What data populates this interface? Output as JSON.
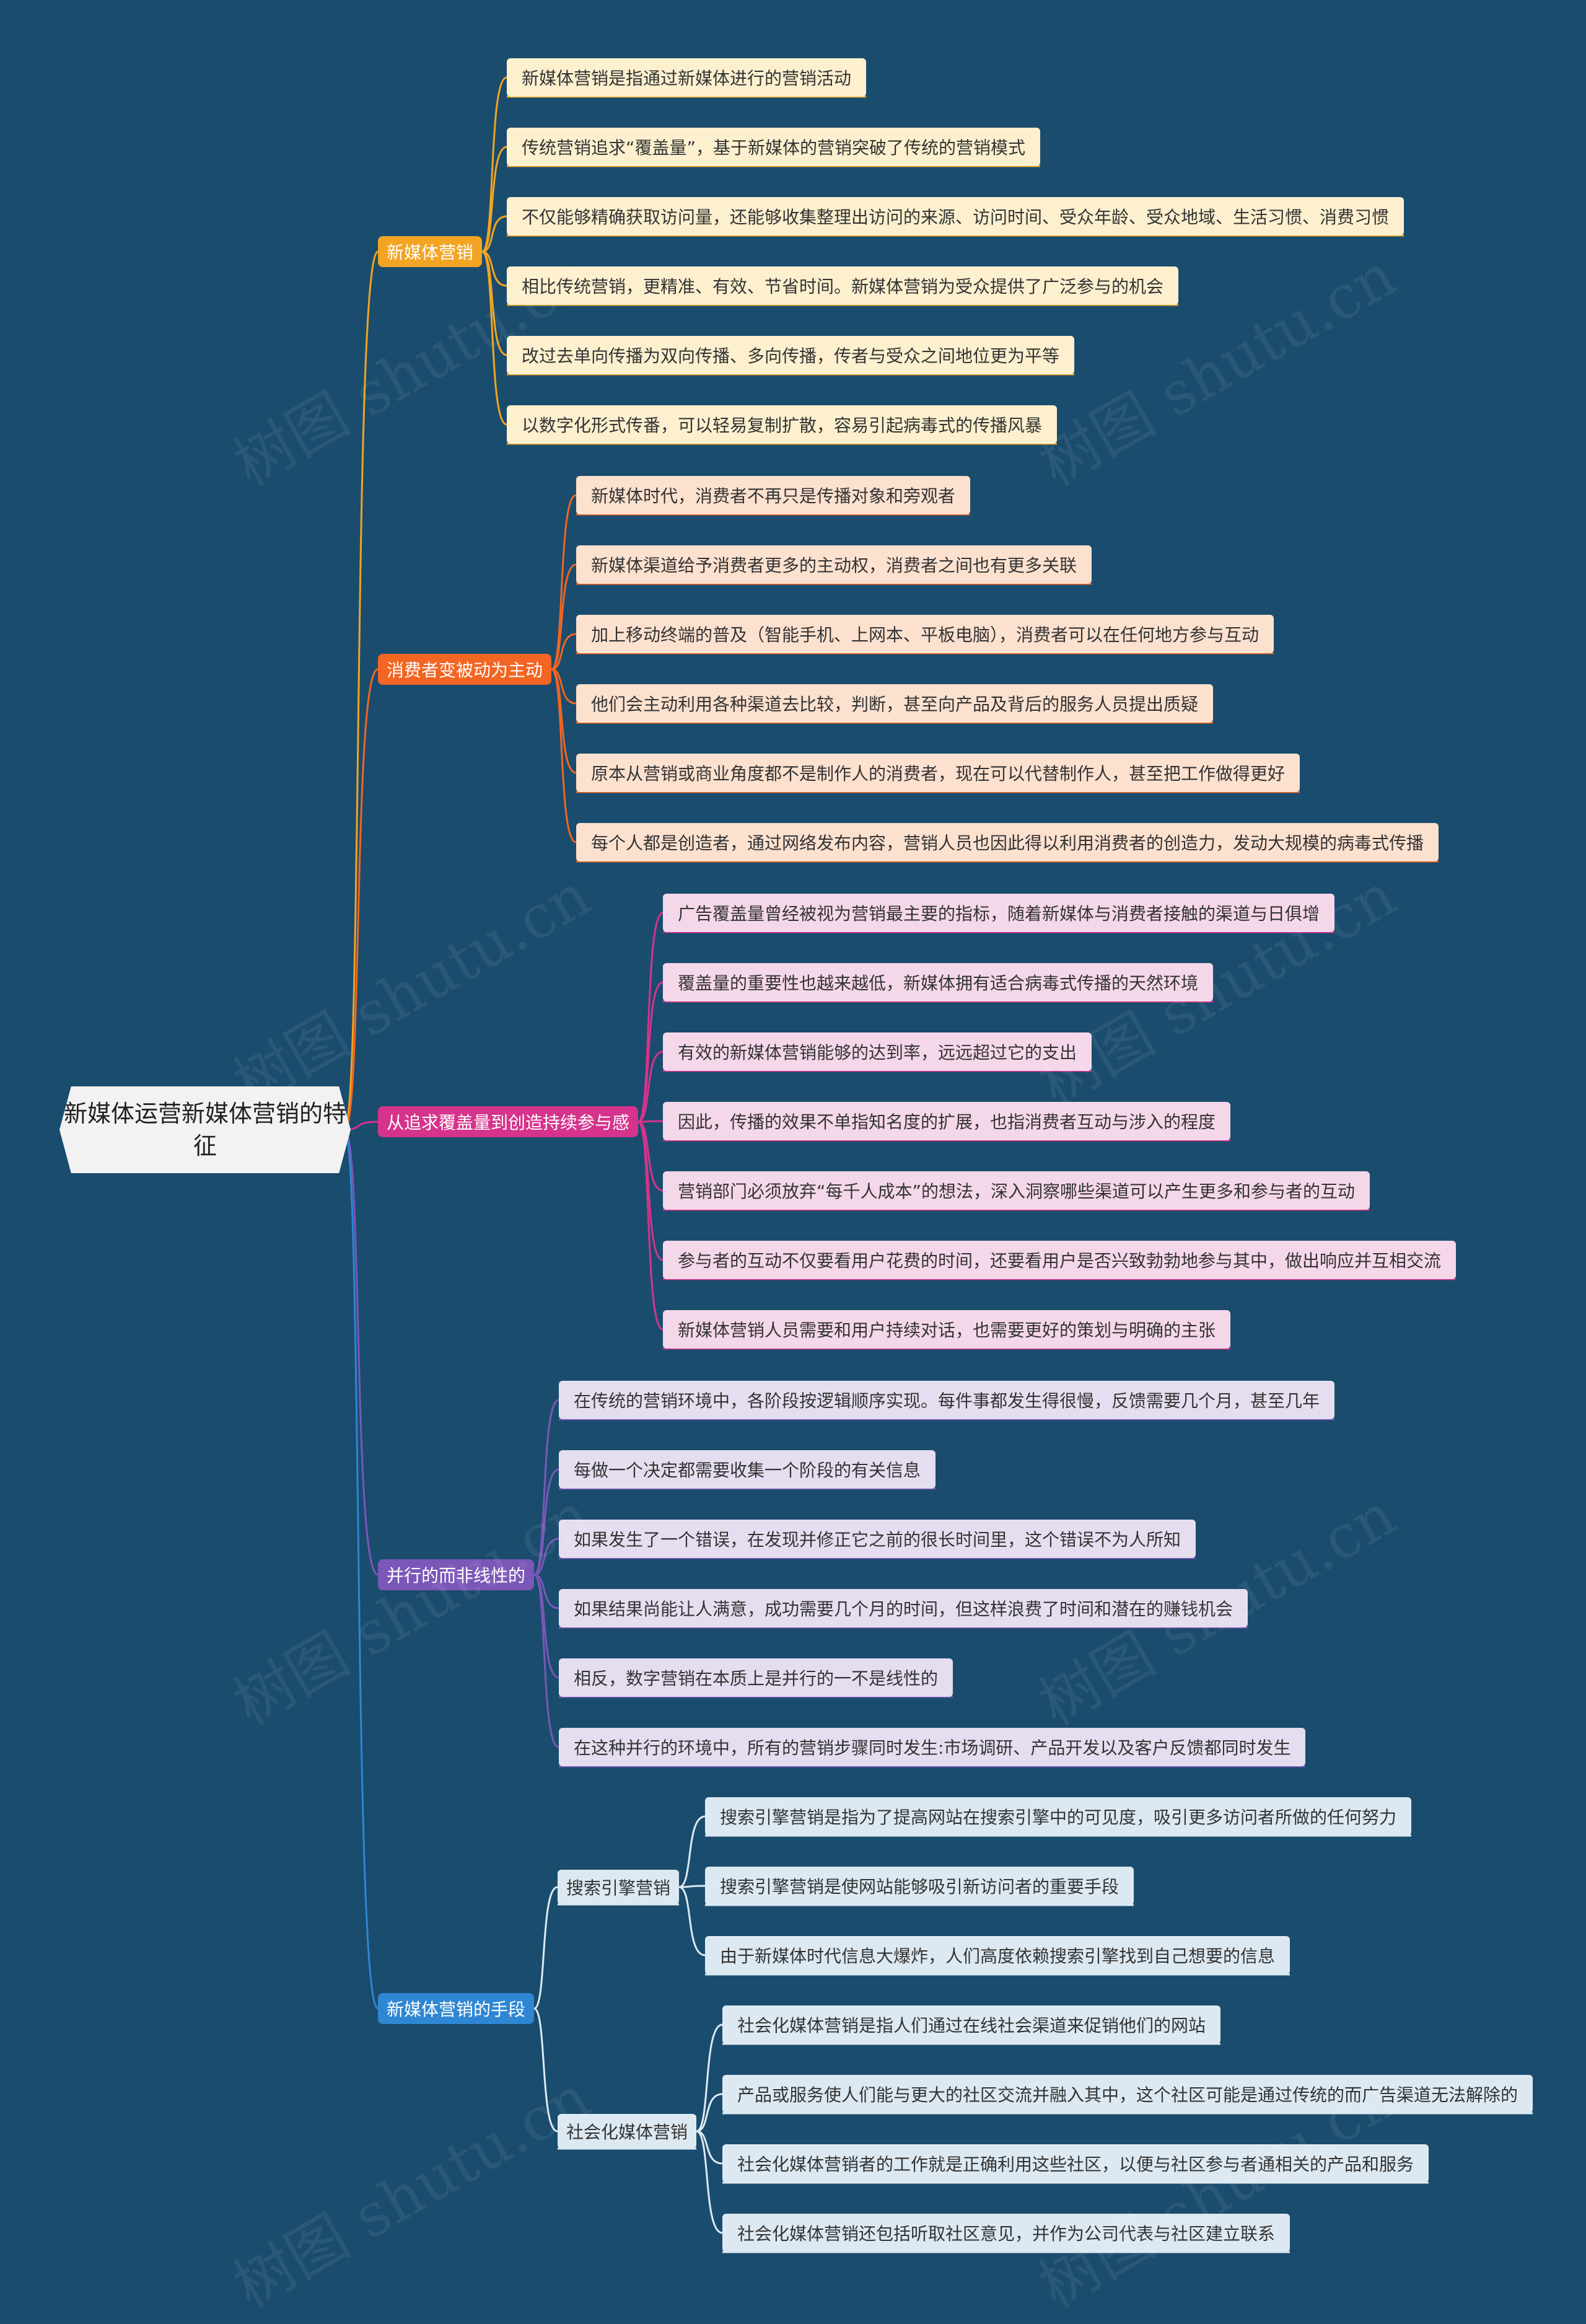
{
  "watermark": "树图 shutu.cn",
  "root": {
    "title": "新媒体运营新媒体营销的特征"
  },
  "colors": {
    "background": "#1a4c6e",
    "b1": "#f2a422",
    "b1_leaf": "#fdf0cf",
    "b2": "#f26522",
    "b2_leaf": "#fde1cf",
    "b3": "#d6338c",
    "b3_leaf": "#f5d7ea",
    "b4": "#7b57b8",
    "b4_leaf": "#e5def0",
    "b5": "#2f86d2",
    "b5_leaf": "#dde9f2"
  },
  "branches": [
    {
      "label": "新媒体营销",
      "leaves": [
        "新媒体营销是指通过新媒体进行的营销活动",
        "传统营销追求“覆盖量”，基于新媒体的营销突破了传统的营销模式",
        "不仅能够精确获取访问量，还能够收集整理出访问的来源、访问时间、受众年龄、受众地域、生活习惯、消费习惯",
        "相比传统营销，更精准、有效、节省时间。新媒体营销为受众提供了广泛参与的机会",
        "改过去单向传播为双向传播、多向传播，传者与受众之间地位更为平等",
        "以数字化形式传番，可以轻易复制扩散，容易引起病毒式的传播风暴"
      ]
    },
    {
      "label": "消费者变被动为主动",
      "leaves": [
        "新媒体时代，消费者不再只是传播对象和旁观者",
        "新媒体渠道给予消费者更多的主动权，消费者之间也有更多关联",
        "加上移动终端的普及（智能手机、上网本、平板电脑），消费者可以在任何地方参与互动",
        "他们会主动利用各种渠道去比较，判断，甚至向产品及背后的服务人员提出质疑",
        "原本从营销或商业角度都不是制作人的消费者，现在可以代替制作人，甚至把工作做得更好",
        "每个人都是创造者，通过网络发布内容，营销人员也因此得以利用消费者的创造力，发动大规模的病毒式传播"
      ]
    },
    {
      "label": "从追求覆盖量到创造持续参与感",
      "leaves": [
        "广告覆盖量曾经被视为营销最主要的指标，随着新媒体与消费者接触的渠道与日俱增",
        "覆盖量的重要性也越来越低，新媒体拥有适合病毒式传播的天然环境",
        "有效的新媒体营销能够的达到率，远远超过它的支出",
        "因此，传播的效果不单指知名度的扩展，也指消费者互动与涉入的程度",
        "营销部门必须放弃“每千人成本”的想法，深入洞察哪些渠道可以产生更多和参与者的互动",
        "参与者的互动不仅要看用户花费的时间，还要看用户是否兴致勃勃地参与其中，做出响应并互相交流",
        "新媒体营销人员需要和用户持续对话，也需要更好的策划与明确的主张"
      ]
    },
    {
      "label": "并行的而非线性的",
      "leaves": [
        "在传统的营销环境中，各阶段按逻辑顺序实现。每件事都发生得很慢，反馈需要几个月，甚至几年",
        "每做一个决定都需要收集一个阶段的有关信息",
        "如果发生了一个错误，在发现并修正它之前的很长时间里，这个错误不为人所知",
        "如果结果尚能让人满意，成功需要几个月的时间，但这样浪费了时间和潜在的赚钱机会",
        "相反，数字营销在本质上是并行的一不是线性的",
        "在这种并行的环境中，所有的营销步骤同时发生:市场调研、产品开发以及客户反馈都同时发生"
      ]
    },
    {
      "label": "新媒体营销的手段",
      "subs": [
        {
          "label": "搜索引擎营销",
          "leaves": [
            "搜索引擎营销是指为了提高网站在搜索引擎中的可见度，吸引更多访问者所做的任何努力",
            "搜索引擎营销是使网站能够吸引新访问者的重要手段",
            "由于新媒体时代信息大爆炸，人们高度依赖搜索引擎找到自己想要的信息"
          ]
        },
        {
          "label": "社会化媒体营销",
          "leaves": [
            "社会化媒体营销是指人们通过在线社会渠道来促销他们的网站",
            "产品或服务使人们能与更大的社区交流并融入其中，这个社区可能是通过传统的而广告渠道无法解除的",
            "社会化媒体营销者的工作就是正确利用这些社区，以便与社区参与者通相关的产品和服务",
            "社会化媒体营销还包括听取社区意见，并作为公司代表与社区建立联系"
          ]
        }
      ]
    }
  ]
}
